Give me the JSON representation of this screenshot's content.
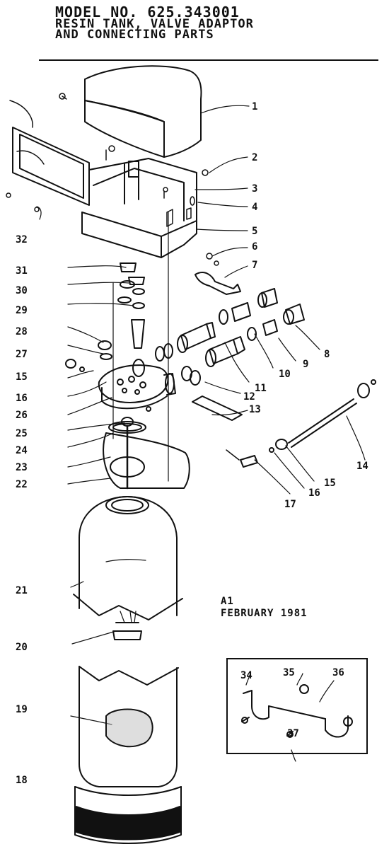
{
  "header": {
    "model_line": "MODEL NO. 625.343001",
    "title_line_1": "RESIN TANK, VALVE ADAPTOR",
    "title_line_2": "AND CONNECTING PARTS"
  },
  "revision": {
    "code": "A1",
    "date": "FEBRUARY 1981"
  },
  "callouts": {
    "n1": "1",
    "n2": "2",
    "n3": "3",
    "n4": "4",
    "n5": "5",
    "n6": "6",
    "n7": "7",
    "n8": "8",
    "n9": "9",
    "n10": "10",
    "n11": "11",
    "n12": "12",
    "n13": "13",
    "n14": "14",
    "n15": "15",
    "n16": "16",
    "n17": "17",
    "n18": "18",
    "n19": "19",
    "n20": "20",
    "n21": "21",
    "n22": "22",
    "n23": "23",
    "n24": "24",
    "n25": "25",
    "n26": "26",
    "n27": "27",
    "n28": "28",
    "n29": "29",
    "n30": "30",
    "n31": "31",
    "n32": "32",
    "n34": "34",
    "n35": "35",
    "n36": "36",
    "n37": "37"
  },
  "colors": {
    "ink": "#111111",
    "paper": "#ffffff"
  }
}
